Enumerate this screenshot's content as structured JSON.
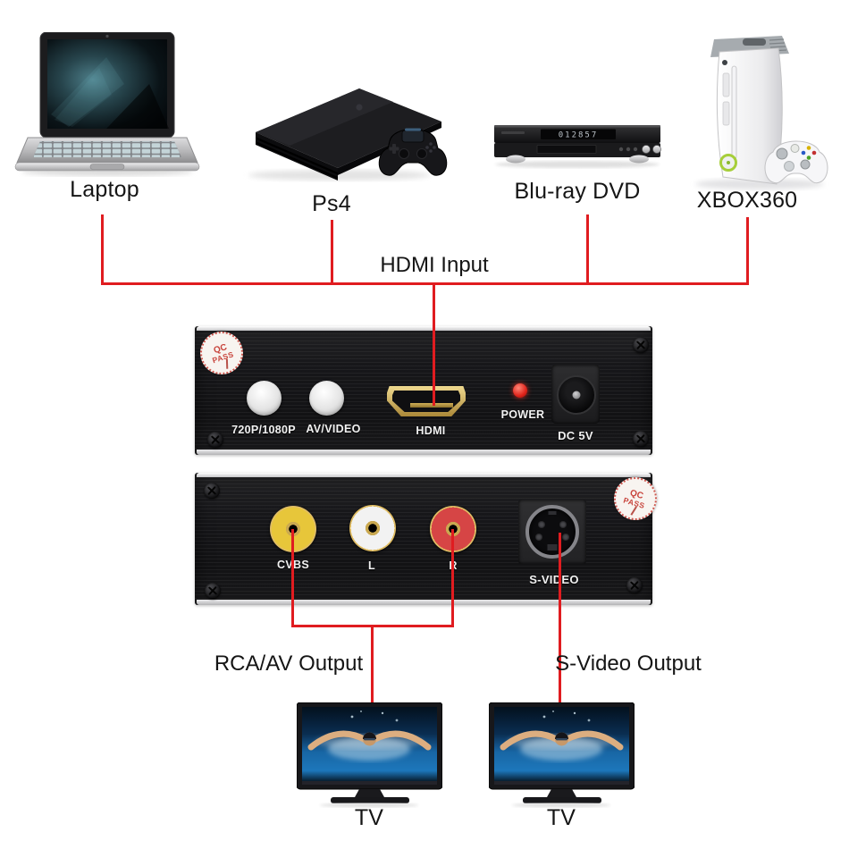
{
  "title": "HDMI to AV / S-Video converter connection diagram",
  "colors": {
    "line": "#e01c20",
    "panel": "#1a1a1c",
    "background": "#ffffff"
  },
  "sources": [
    {
      "label": "Laptop"
    },
    {
      "label": "Ps4"
    },
    {
      "label": "Blu-ray DVD"
    },
    {
      "label": "XBOX360"
    }
  ],
  "bluray": {
    "display": "012857"
  },
  "input": {
    "label": "HDMI Input"
  },
  "front_panel": {
    "qc_line1": "QC",
    "qc_line2": "PASS",
    "button_720p_label": "720P/1080P",
    "button_av_label": "AV/VIDEO",
    "hdmi_label": "HDMI",
    "power_label": "POWER",
    "dc_label": "DC 5V"
  },
  "back_panel": {
    "qc_line1": "QC",
    "qc_line2": "PASS",
    "cvbs_label": "CVBS",
    "left_label": "L",
    "right_label": "R",
    "svideo_label": "S-VIDEO"
  },
  "outputs": {
    "rca_label": "RCA/AV Output",
    "svideo_label": "S-Video Output"
  },
  "tvs": [
    {
      "label": "TV"
    },
    {
      "label": "TV"
    }
  ]
}
